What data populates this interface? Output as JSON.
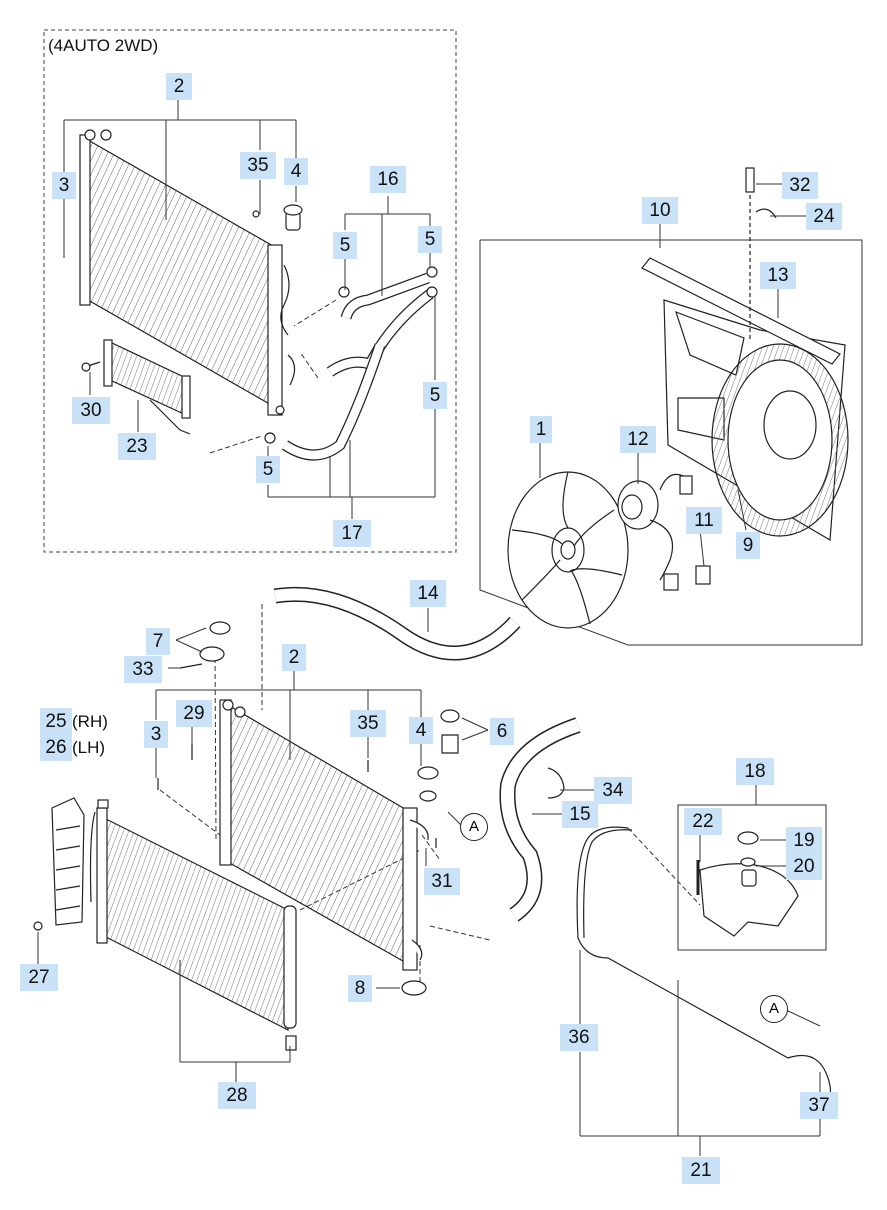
{
  "box_title": "(4AUTO 2WD)",
  "ref_mark": "A",
  "labels": {
    "p1": "1",
    "p2a": "2",
    "p2b": "2",
    "p3a": "3",
    "p3b": "3",
    "p4a": "4",
    "p4b": "4",
    "p5a": "5",
    "p5b": "5",
    "p5c": "5",
    "p5d": "5",
    "p6": "6",
    "p7": "7",
    "p8": "8",
    "p9": "9",
    "p10": "10",
    "p11": "11",
    "p12": "12",
    "p13": "13",
    "p14": "14",
    "p15": "15",
    "p16": "16",
    "p17": "17",
    "p18": "18",
    "p19": "19",
    "p20": "20",
    "p21": "21",
    "p22": "22",
    "p23": "23",
    "p24": "24",
    "p25": "25",
    "p25s": "(RH)",
    "p26": "26",
    "p26s": "(LH)",
    "p27": "27",
    "p28": "28",
    "p29": "29",
    "p30": "30",
    "p31": "31",
    "p32": "32",
    "p33": "33",
    "p34": "34",
    "p35a": "35",
    "p35b": "35",
    "p36": "36",
    "p37": "37"
  }
}
